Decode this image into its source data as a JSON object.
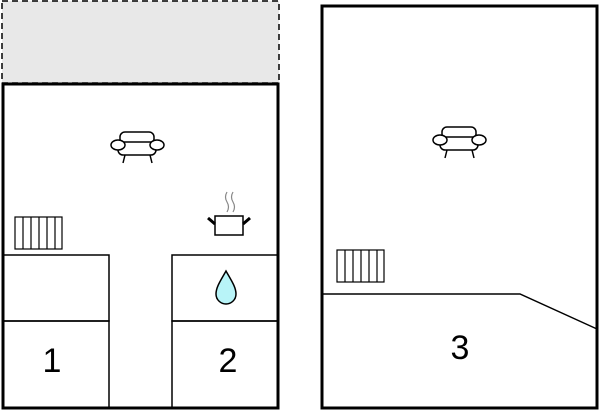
{
  "floorplan": {
    "units": [
      {
        "id": "left",
        "annex_area": "dashed-gray"
      },
      {
        "id": "right"
      }
    ],
    "rooms": [
      {
        "label": "1"
      },
      {
        "label": "2"
      },
      {
        "label": "3"
      }
    ],
    "icons": [
      "sofa-icon",
      "cooking-pot-icon",
      "radiator-icon",
      "water-drop-icon",
      "sofa-icon",
      "radiator-icon"
    ],
    "colors": {
      "wall": "#000000",
      "annex_fill": "#e8e8e8",
      "water_drop": "#b8f4f8"
    }
  }
}
